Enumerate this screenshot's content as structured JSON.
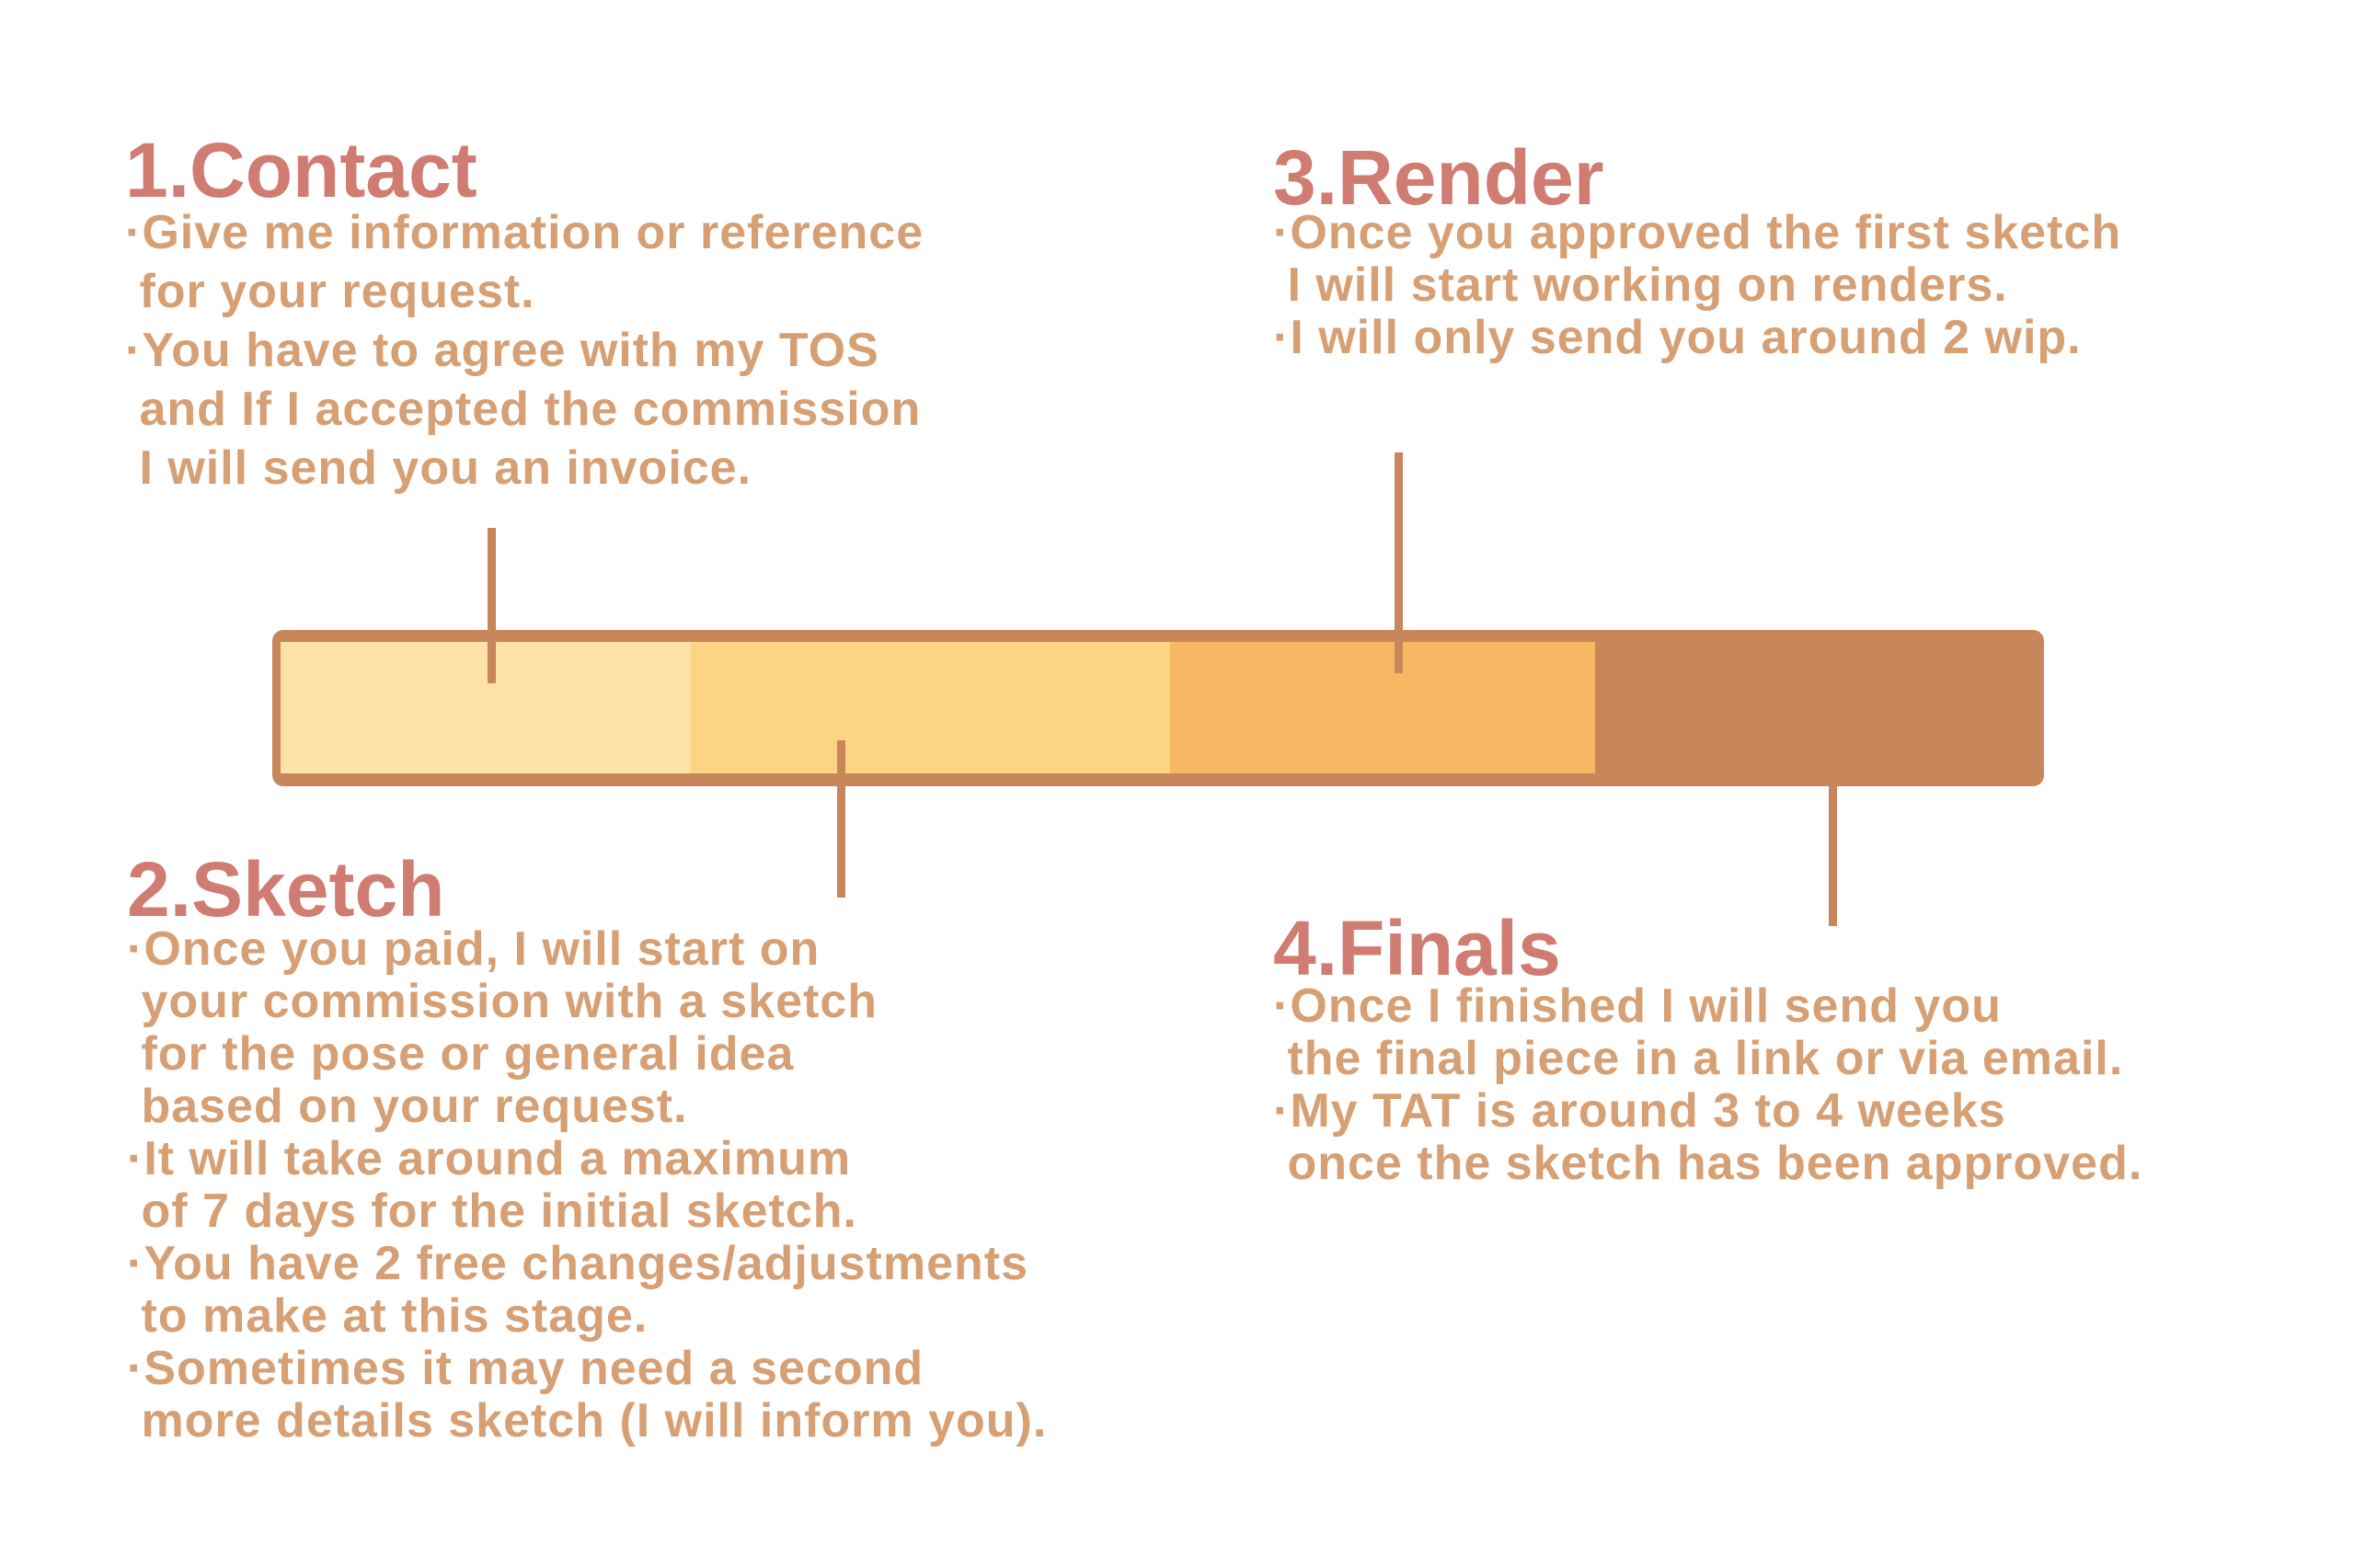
{
  "steps": {
    "contact": {
      "title": "1.Contact",
      "lines": [
        "·Give me information or reference",
        " for your request.",
        "·You have to agree with my TOS",
        " and If I accepted the commission",
        " I will send you an invoice."
      ]
    },
    "sketch": {
      "title": "2.Sketch",
      "lines": [
        "·Once you paid, I will start on",
        " your commission with a sketch",
        " for the pose or general idea",
        " based on your request.",
        "·It will take around a maximum",
        " of 7 days for the initial sketch.",
        "·You have 2 free changes/adjustments",
        " to make at this stage.",
        "·Sometimes it may need a second",
        " more details sketch (I will inform you)."
      ]
    },
    "render": {
      "title": "3.Render",
      "lines": [
        "·Once you approved the first sketch",
        " I will start working on renders.",
        "·I will only send you around 2 wip."
      ]
    },
    "finals": {
      "title": "4.Finals",
      "lines": [
        "·Once I finished I will send you",
        " the final piece in a link or via email.",
        "·My TAT is around 3 to 4 weeks",
        " once the sketch has been approved."
      ]
    }
  },
  "colors": {
    "title": "#D07C72",
    "body": "#D69F74",
    "bar_border": "#C8875A",
    "seg1": "#FDE1A6",
    "seg2": "#FDD384",
    "seg3": "#F7B763",
    "seg4": "#C8875A"
  }
}
